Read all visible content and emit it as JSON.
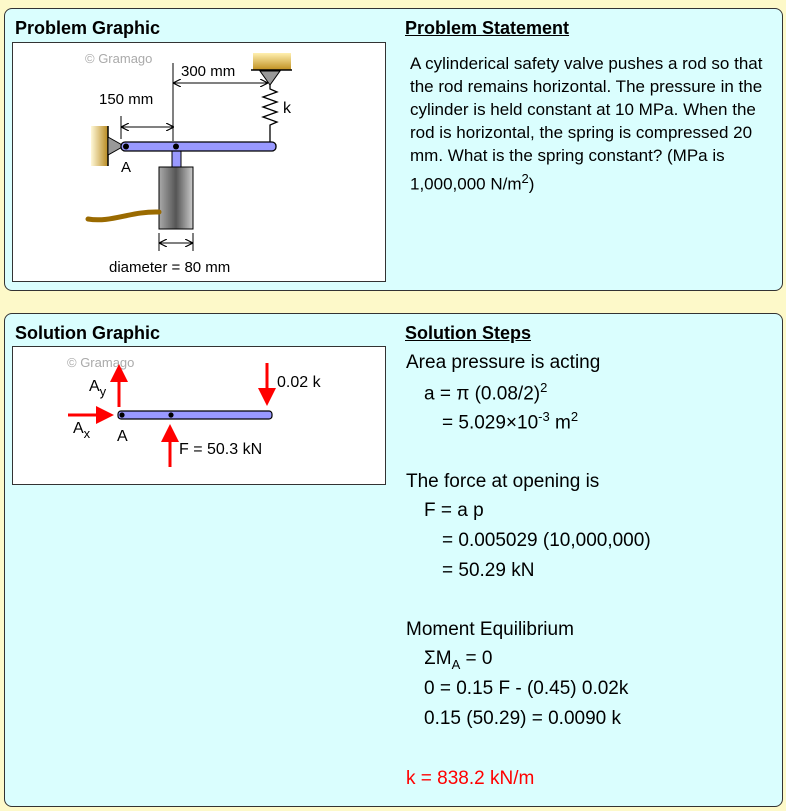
{
  "problem": {
    "graphic_title": "Problem Graphic",
    "statement_title": "Problem Statement",
    "statement": "A cylinderical safety valve pushes a rod so that the rod remains horizontal. The pressure in the cylinder is held constant at 10 MPa. When the rod is horizontal, the spring is compressed 20 mm. What is the spring constant? (MPa is 1,000,000 N/m",
    "statement_sup": "2",
    "statement_end": ")",
    "labels": {
      "copyright": "© Gramago",
      "d300": "300 mm",
      "d150": "150 mm",
      "k": "k",
      "A": "A",
      "diameter": "diameter = 80 mm"
    }
  },
  "solution": {
    "graphic_title": "Solution Graphic",
    "steps_title": "Solution Steps",
    "labels": {
      "copyright": "© Gramago",
      "Ay": "A",
      "Ay_sub": "y",
      "Ax": "A",
      "Ax_sub": "x",
      "A": "A",
      "spring_force": "0.02 k",
      "F": "F = 50.3 kN"
    },
    "steps": [
      {
        "text": "Area pressure is acting"
      },
      {
        "text": "a = π (0.08/2)",
        "sup": "2"
      },
      {
        "text": "= 5.029×10",
        "sup": "-3",
        "after": " m",
        "sup2": "2"
      },
      {
        "text": "The force at opening is"
      },
      {
        "text": "F = a p"
      },
      {
        "text": "= 0.005029 (10,000,000)"
      },
      {
        "text": "= 50.29 kN"
      },
      {
        "text": "Moment Equilibrium"
      },
      {
        "text": "ΣM",
        "sub": "A",
        "after": " = 0"
      },
      {
        "text": "0 = 0.15 F - (0.45) 0.02k"
      },
      {
        "text": "0.15 (50.29) = 0.0090 k"
      },
      {
        "text": "k = 838.2 kN/m"
      }
    ]
  },
  "colors": {
    "rod": "#9999ff",
    "force": "#ff0000",
    "answer": "#ff0000",
    "support": "#c8a040"
  }
}
